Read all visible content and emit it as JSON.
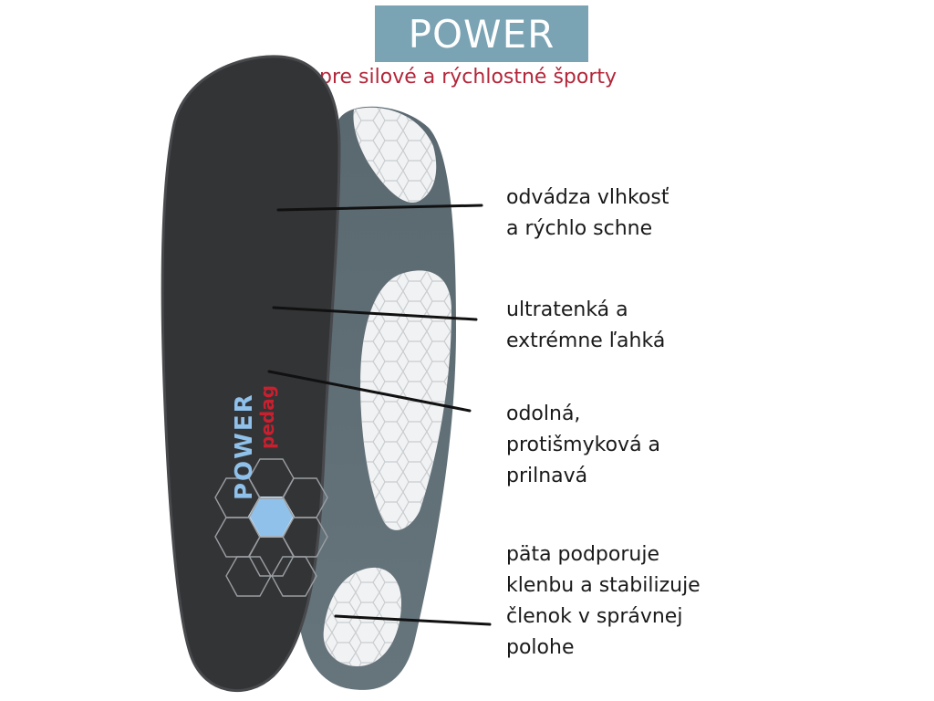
{
  "header": {
    "title": "POWER",
    "subtitle": "pre silové a rýchlostné športy"
  },
  "product": {
    "insole_print_text": "POWER",
    "brand_logo_text": "pedag"
  },
  "callouts": [
    {
      "lines": [
        "odvádza vlhkosť",
        "a rýchlo schne"
      ]
    },
    {
      "lines": [
        "ultratenká a",
        "extrémne ľahká"
      ]
    },
    {
      "lines": [
        "odolná,",
        "protišmyková a",
        "prilnavá"
      ]
    },
    {
      "lines": [
        "päta podporuje",
        "klenbu a stabilizuje",
        "členok v  správnej",
        "polohe"
      ]
    }
  ],
  "colors": {
    "title_box": "#7aa3b4",
    "subtitle": "#b3263a",
    "insole_top": "#333436",
    "insole_bottom": "#5e6c74",
    "accent_blue": "#8fc1ea",
    "brand_red": "#c8202f"
  }
}
